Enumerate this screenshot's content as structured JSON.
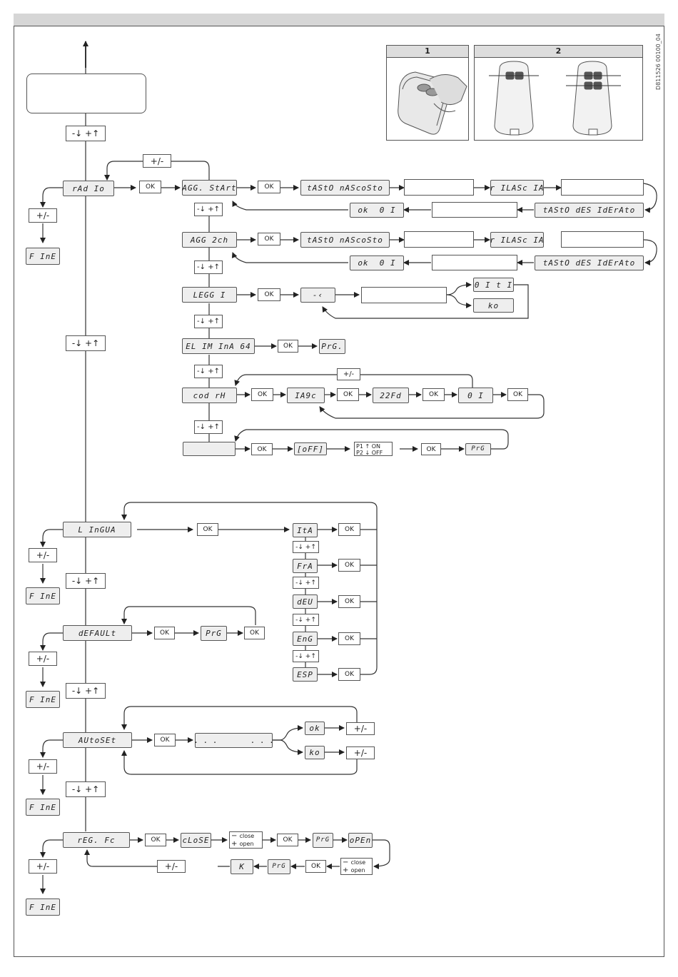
{
  "doc_id": "D811526 00100_04",
  "panels": {
    "p1_label": "1",
    "p2_label": "2"
  },
  "labels": {
    "ok_btn": "OK",
    "plusminus": "+/-",
    "close": "close",
    "open": "open",
    "p1_on": "P1 ↑ ON",
    "p2_off": "P2 ↓ OFF",
    "minus_sign": "−",
    "plus_sign": "+"
  },
  "display": {
    "radio": "rAd Io",
    "fine": "F InE",
    "agg_start": "AGG. StArt",
    "tasto_nascosto": "tAStO nAScoSto",
    "rilascia": "r ILASc IA",
    "tasto_desiderato": "tAStO dES IdErAto",
    "ok01": "ok  0 I",
    "agg_2ch": "AGG 2ch",
    "leggi": "LEGG I",
    "arrow_sym": "-‹",
    "o1t1": "0 I t I",
    "ko": "ko",
    "elimina64": "EL IM InA 64",
    "prg": "PrG.",
    "prg2": "PrG",
    "cod_rh": "cod rH",
    "code1": "IA9c",
    "code2": "22Fd",
    "code3": "0 I",
    "off": "[oFF]",
    "lingua": "L InGUA",
    "ita": "ItA",
    "fra": "FrA",
    "deu": "dEU",
    "eng": "EnG",
    "esp": "ESP",
    "default": "dEFAULt",
    "autoset": "AUtoSEt",
    "dots": ". . .       . . .",
    "ok_small": "ok",
    "reg_fc": "rEG. Fc",
    "close_disp": "cLoSE",
    "open_disp": "oPEn",
    "k": "K"
  }
}
